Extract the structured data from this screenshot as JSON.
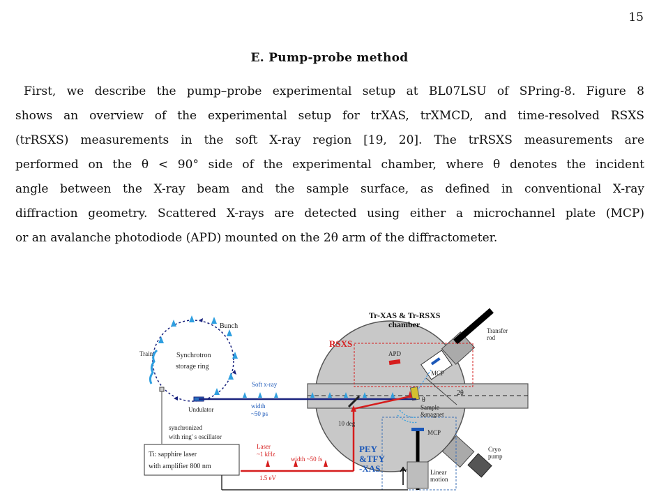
{
  "page": {
    "number": "15"
  },
  "section": {
    "heading": "E.   Pump-probe method"
  },
  "paragraph": {
    "lines": [
      "First, we describe the pump–probe experimental setup at BL07LSU of SPring-8. Figure 8",
      "shows an overview of the experimental setup for trXAS, trXMCD, and time-resolved RSXS",
      "(trRSXS) measurements in the soft X-ray region [19, 20]. The trRSXS measurements are",
      "performed on the θ < 90° side of the experimental chamber, where θ denotes the incident",
      "angle between the X-ray beam and the sample surface, as defined in conventional X-ray",
      "diffraction geometry. Scattered X-rays are detected using either a microchannel plate (MCP)",
      "or an avalanche photodiode (APD) mounted on the 2θ arm of the diffractometer."
    ]
  },
  "figure": {
    "colors": {
      "beam": "#1a237e",
      "laser": "#d61d1d",
      "pulse": "#2f9fe0",
      "chamber": "#c8c8c8",
      "rsxs_box": "#d61d1d",
      "pey_box": "#3b6fb5"
    },
    "labels": {
      "bunch": "Bunch",
      "synchrotron_1": "Synchrotron",
      "synchrotron_2": "storage ring",
      "train": "Train",
      "undulator": "Undulator",
      "soft_xray": "Soft x-ray",
      "xray_width_1": "width",
      "xray_width_2": "~50 ps",
      "sync_1": "synchronized",
      "sync_2": "with ring' s oscillator",
      "laser_box_1": "Ti: sapphire laser",
      "laser_box_2": "with amplifier 800 nm",
      "laser_1": "Laser",
      "laser_2": "~1 kHz",
      "laser_width": "width ~50 fs",
      "photon_energy": "1.5 eV",
      "angle_10": "10 deg",
      "chamber_title_1": "Tr-XAS & Tr-RSXS",
      "chamber_title_2": "chamber",
      "rsxs": "RSXS",
      "apd": "APD",
      "mcp_top": "MCP",
      "transfer_1": "Transfer",
      "transfer_2": "rod",
      "theta": "θ",
      "two_theta": "2θ",
      "sample_1": "Sample",
      "sample_2": "&magnet",
      "mcp_bottom": "MCP",
      "pey_1": "PEY",
      "pey_2": "&TFY",
      "pey_3": "-XAS",
      "linear_1": "Linear",
      "linear_2": "motion",
      "cryo_1": "Cryo",
      "cryo_2": "pump"
    }
  }
}
